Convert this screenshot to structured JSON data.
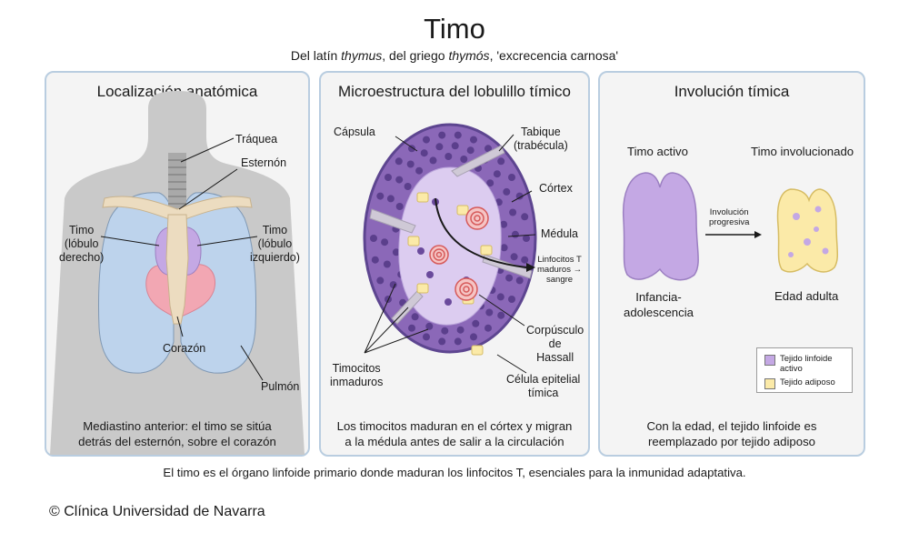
{
  "title": "Timo",
  "subtitle": {
    "prefix": "Del latín ",
    "latin": "thymus",
    "middle": ", del griego ",
    "greek": "thymós",
    "suffix": ", 'excrecencia carnosa'"
  },
  "panel_location": {
    "title": "Localización anatómica",
    "labels": {
      "trachea": "Tráquea",
      "sternum": "Esternón",
      "thymus_right": "Timo\n(lóbulo\nderecho)",
      "thymus_left": "Timo\n(lóbulo\nizquierdo)",
      "heart": "Corazón",
      "lung": "Pulmón"
    },
    "caption": "Mediastino anterior: el timo se sitúa\ndetrás del esternón, sobre el corazón"
  },
  "panel_microstructure": {
    "title": "Microestructura del lobulillo tímico",
    "labels": {
      "capsule": "Cápsula",
      "septum": "Tabique\n(trabécula)",
      "cortex": "Córtex",
      "medulla": "Médula",
      "mature_t": "Linfocitos T\nmaduros →\nsangre",
      "hassall": "Corpúsculo\nde\nHassall",
      "immature": "Timocitos\ninmaduros",
      "epithelial": "Célula epitelial\ntímica"
    },
    "caption": "Los timocitos maduran en el córtex y migran\na la médula antes de salir a la circulación"
  },
  "panel_involution": {
    "title": "Involución tímica",
    "active_label": "Timo activo",
    "involuted_label": "Timo involucionado",
    "arrow_label": "Involución\nprogresiva",
    "active_age": "Infancia-\nadolescencia",
    "involuted_age": "Edad adulta",
    "legend": [
      {
        "label": "Tejido linfoide\nactivo",
        "color": "#c4a8e4"
      },
      {
        "label": "Tejido adiposo",
        "color": "#fbeaa8"
      }
    ],
    "caption": "Con la edad, el tejido linfoide es\nreemplazado por tejido adiposo"
  },
  "footer_note": "El timo es el órgano linfoide primario donde maduran los linfocitos T, esenciales para la inmunidad adaptativa.",
  "copyright": "© Clínica Universidad de Navarra",
  "colors": {
    "panel_border": "#b9cde0",
    "panel_bg": "#f4f4f4",
    "thymus_purple": "#c4a8e4",
    "cortex_purple": "#8b68b8",
    "medulla_lavender": "#dcccf0",
    "adipose_yellow": "#fbeaa8",
    "heart_pink": "#f2a7b3",
    "lung_blue": "#bdd3ec",
    "bone_beige": "#ecdcc0"
  }
}
